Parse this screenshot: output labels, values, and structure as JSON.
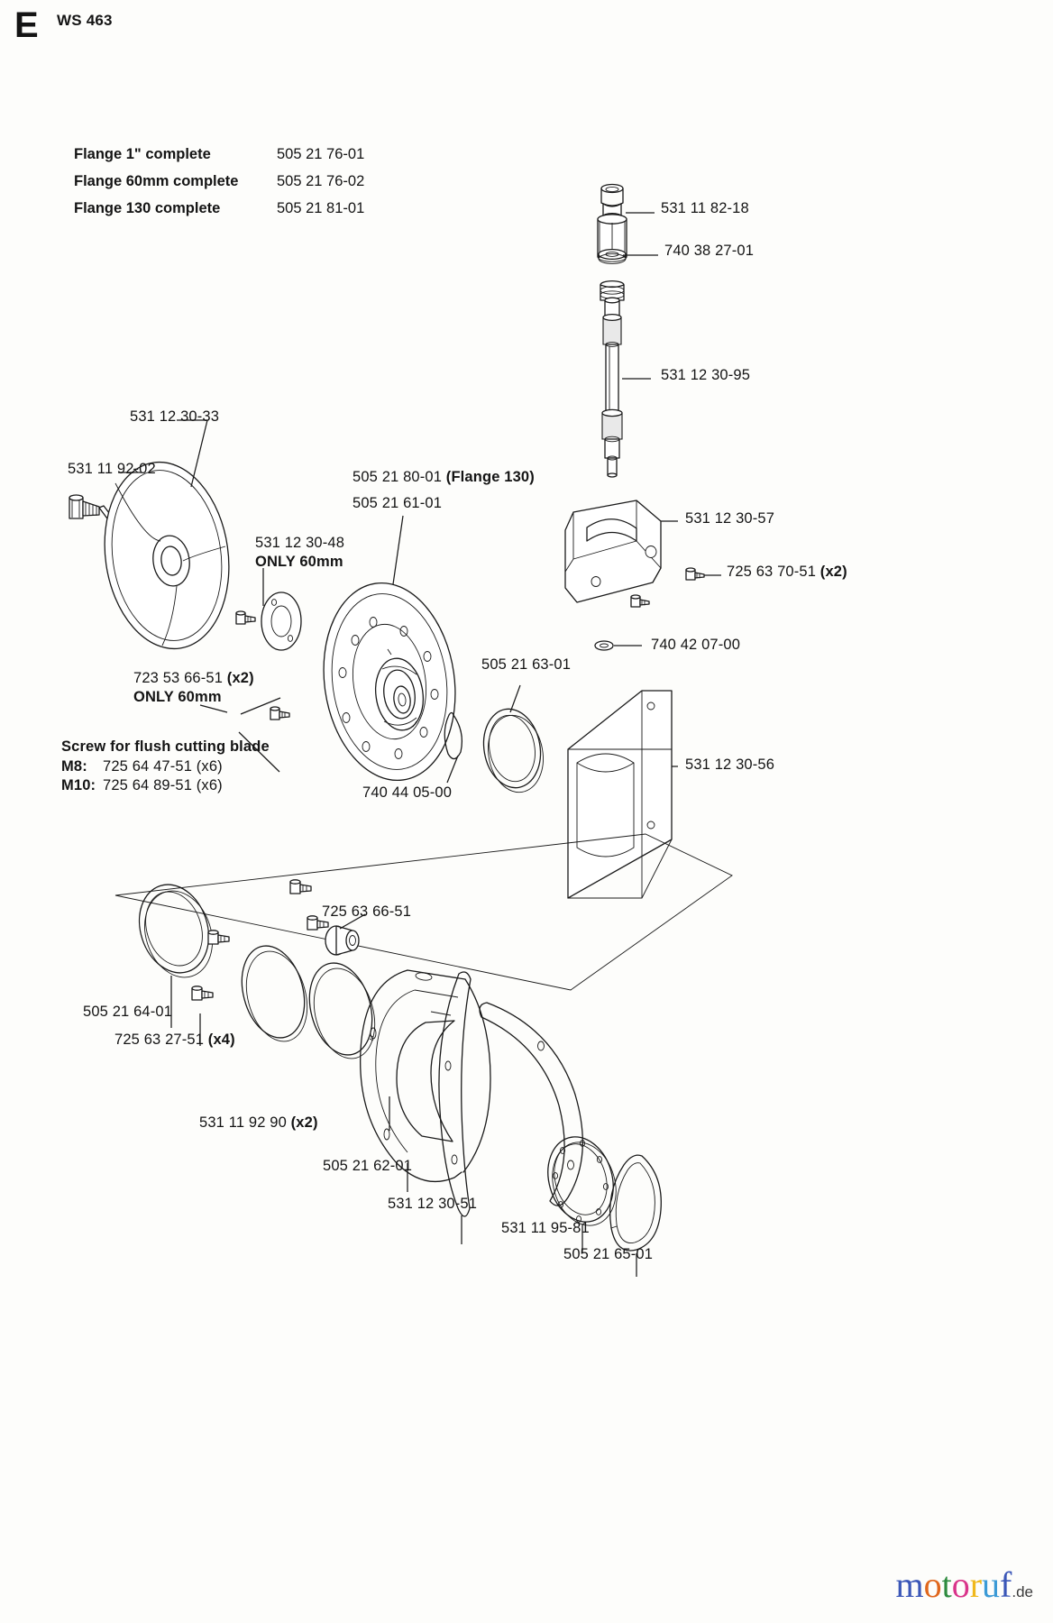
{
  "page": {
    "section_letter": "E",
    "model": "WS 463",
    "watermark": {
      "name": "motoruf",
      "suffix": ".de",
      "letter_colors": [
        "#3b57b8",
        "#e0671d",
        "#2e8b3f",
        "#d9348a",
        "#f0b81c",
        "#3b9ad6"
      ]
    }
  },
  "spec_table": {
    "rows": [
      {
        "name": "Flange 1\" complete",
        "part": "505 21 76-01"
      },
      {
        "name": "Flange 60mm complete",
        "part": "505 21 76-02"
      },
      {
        "name": "Flange 130 complete",
        "part": "505 21 81-01"
      }
    ]
  },
  "callouts": [
    {
      "id": "c01",
      "text": "531 11 82-18"
    },
    {
      "id": "c02",
      "text": "740 38 27-01"
    },
    {
      "id": "c03",
      "text": "531 12 30-95"
    },
    {
      "id": "c04",
      "text": "531 12 30-57"
    },
    {
      "id": "c05",
      "text": "725 63 70-51 (x2)"
    },
    {
      "id": "c06",
      "text": "740 42 07-00"
    },
    {
      "id": "c07",
      "text": "531 12 30-56"
    },
    {
      "id": "c08",
      "text": "531 12 30-33"
    },
    {
      "id": "c09",
      "text": "531 11 92-02"
    },
    {
      "id": "c10",
      "text": "531 12 30-48"
    },
    {
      "id": "c10b",
      "text": "ONLY 60mm"
    },
    {
      "id": "c11",
      "text": "505 21 80-01 (Flange 130)"
    },
    {
      "id": "c12",
      "text": "505 21 61-01"
    },
    {
      "id": "c13",
      "text": "723 53 66-51 (x2)"
    },
    {
      "id": "c13b",
      "text": "ONLY 60mm"
    },
    {
      "id": "c14",
      "text": "505 21 63-01"
    },
    {
      "id": "c15",
      "text": "740 44 05-00"
    },
    {
      "id": "c16",
      "text": "725 63 66-51"
    },
    {
      "id": "c17",
      "text": "505 21 64-01"
    },
    {
      "id": "c18",
      "text": "725 63 27-51 (x4)"
    },
    {
      "id": "c19",
      "text": "531 11 92 90  (x2)"
    },
    {
      "id": "c20",
      "text": "505 21 62-01"
    },
    {
      "id": "c21",
      "text": "531 12 30-51"
    },
    {
      "id": "c22",
      "text": "531 11 95-81"
    },
    {
      "id": "c23",
      "text": "505 21 65-01"
    }
  ],
  "screw_note": {
    "title": "Screw for flush cutting blade",
    "lines": [
      {
        "label": "M8:",
        "part": "725 64 47-51 (x6)"
      },
      {
        "label": "M10:",
        "part": "725 64 89-51 (x6)"
      }
    ]
  },
  "callout_text": {
    "c01": "531 11 82-18",
    "c02": "740 38 27-01",
    "c03": "531 12 30-95",
    "c04": "531 12 30-57",
    "c05": "725 63 70-51 (x2)",
    "c06": "740 42 07-00",
    "c07": "531 12 30-56",
    "c08": "531 12 30-33",
    "c09": "531 11 92-02",
    "c10": "531 12 30-48",
    "c10b": "ONLY 60mm",
    "c11_plain": "505 21 80-01 ",
    "c11_bold": "(Flange 130)",
    "c12": "505 21 61-01",
    "c13": "723 53 66-51 ",
    "c13x": "(x2)",
    "c13b": "ONLY 60mm",
    "c14": "505 21 63-01",
    "c15": "740 44 05-00",
    "c16": "725 63 66-51",
    "c17": "505 21 64-01",
    "c18": "725 63 27-51 ",
    "c18x": "(x4)",
    "c19": "531 11 92 90  ",
    "c19x": "(x2)",
    "c20": "505 21 62-01",
    "c21": "531 12 30-51",
    "c22": "531 11 95-81",
    "c23": "505 21 65-01",
    "c05p": "725 63 70-51 ",
    "c05x": "(x2)"
  }
}
